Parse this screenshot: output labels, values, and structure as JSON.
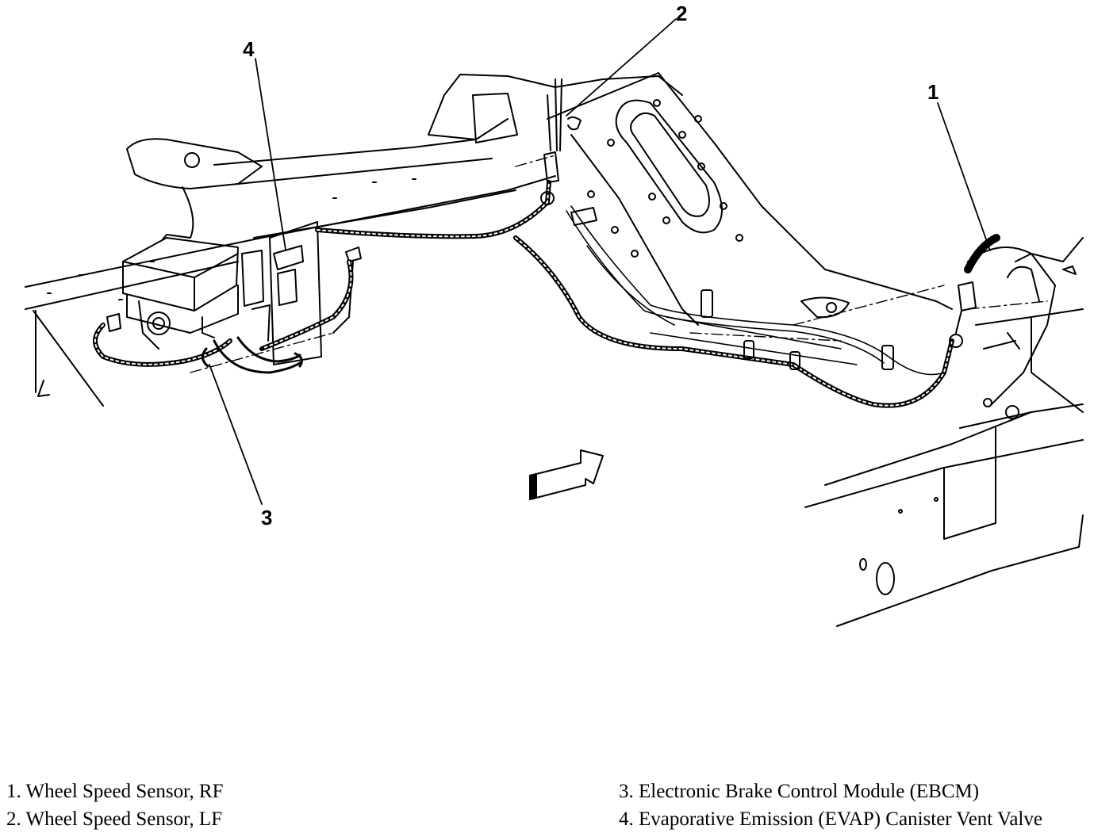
{
  "callouts": {
    "c1": "1",
    "c2": "2",
    "c3": "3",
    "c4": "4"
  },
  "legend": {
    "item1": "1. Wheel Speed Sensor, RF",
    "item2": "2. Wheel Speed Sensor, LF",
    "item3": "3. Electronic Brake Control Module (EBCM)",
    "item4": "4. Evaporative Emission (EVAP) Canister Vent Valve"
  }
}
